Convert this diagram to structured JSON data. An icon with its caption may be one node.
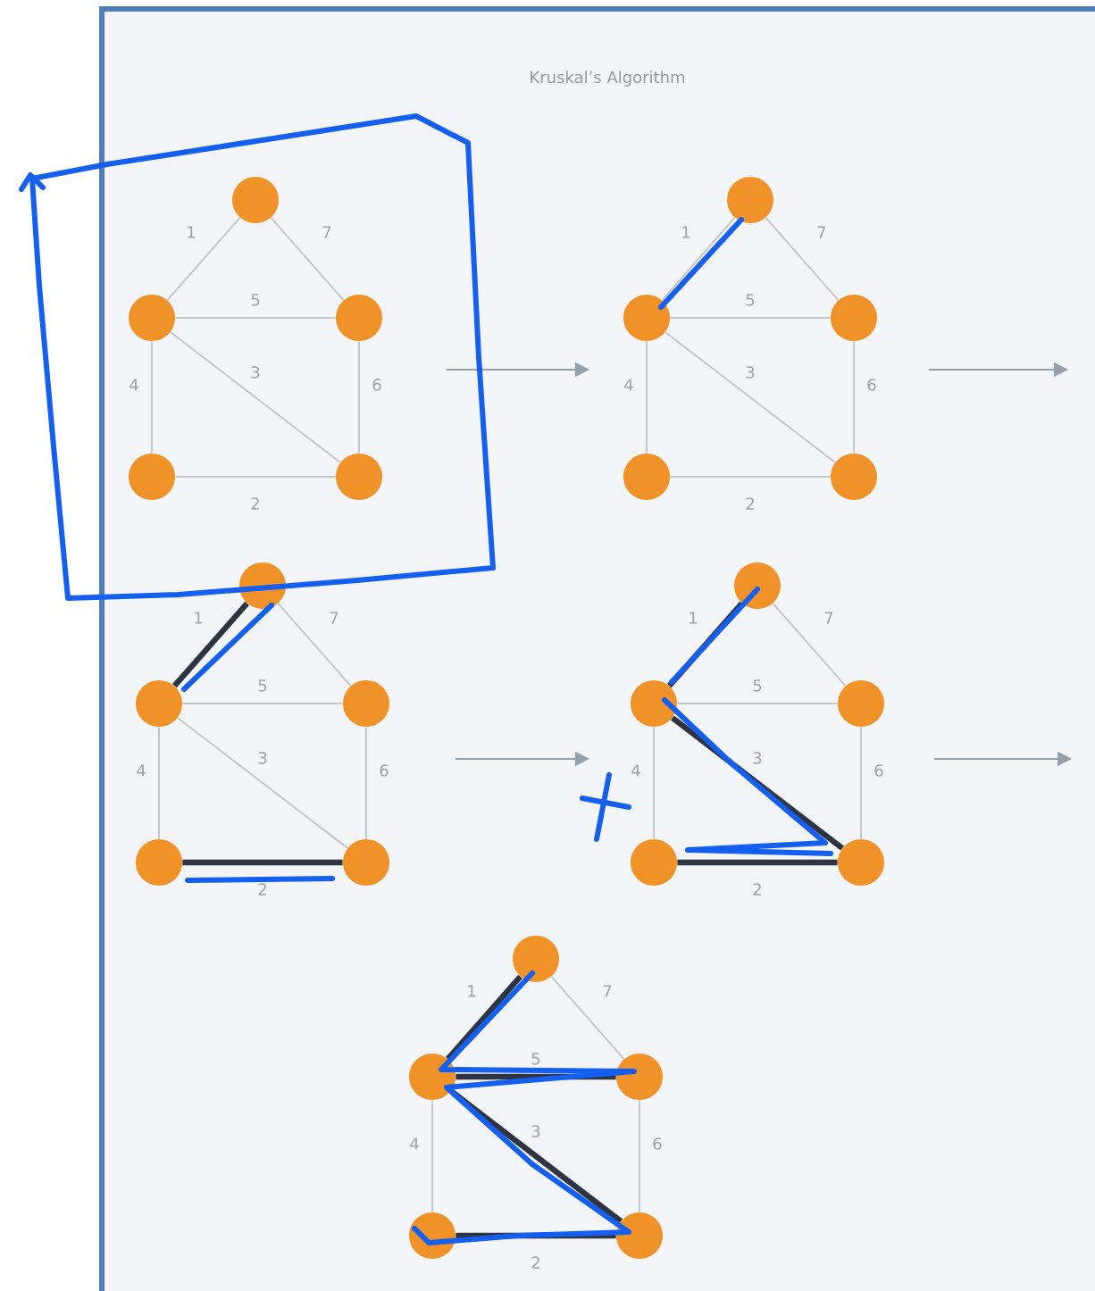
{
  "diagram": {
    "title": "Kruskal’s Algorithm",
    "nodes": [
      {
        "text": [],
        "shape": "circle"
      },
      {
        "text": [],
        "shape": "circle"
      },
      {
        "text": [],
        "shape": "circle"
      },
      {
        "text": [],
        "shape": "circle"
      },
      {
        "text": [],
        "shape": "circle"
      },
      {
        "text": [],
        "shape": "circle"
      },
      {
        "text": [],
        "shape": "circle"
      },
      {
        "text": [],
        "shape": "circle"
      },
      {
        "text": [],
        "shape": "circle"
      },
      {
        "text": [],
        "shape": "circle"
      },
      {
        "text": [],
        "shape": "circle"
      },
      {
        "text": [],
        "shape": "circle"
      },
      {
        "text": [],
        "shape": "circle"
      },
      {
        "text": [],
        "shape": "circle"
      },
      {
        "text": [],
        "shape": "circle"
      },
      {
        "text": [],
        "shape": "circle"
      },
      {
        "text": [],
        "shape": "circle"
      },
      {
        "text": [],
        "shape": "circle"
      },
      {
        "text": [],
        "shape": "circle"
      },
      {
        "text": [],
        "shape": "circle"
      },
      {
        "text": [],
        "shape": "circle"
      },
      {
        "text": [],
        "shape": "circle"
      },
      {
        "text": [],
        "shape": "circle"
      },
      {
        "text": [],
        "shape": "circle"
      },
      {
        "text": [],
        "shape": "circle"
      }
    ],
    "edges": [
      {
        "from": 0,
        "to": 1,
        "arrow": "none",
        "label": "1"
      },
      {
        "from": 0,
        "to": 2,
        "arrow": "none",
        "label": "7"
      },
      {
        "from": 1,
        "to": 2,
        "arrow": "none",
        "label": "5"
      },
      {
        "from": 1,
        "to": 4,
        "arrow": "none",
        "label": "3"
      },
      {
        "from": 1,
        "to": 3,
        "arrow": "none",
        "label": "4"
      },
      {
        "from": 2,
        "to": 4,
        "arrow": "none",
        "label": "6"
      },
      {
        "from": 3,
        "to": 4,
        "arrow": "none",
        "label": "2"
      },
      {
        "from": 5,
        "to": 6,
        "arrow": "none",
        "label": "1"
      },
      {
        "from": 5,
        "to": 7,
        "arrow": "none",
        "label": "7"
      },
      {
        "from": 6,
        "to": 7,
        "arrow": "none",
        "label": "5"
      },
      {
        "from": 6,
        "to": 9,
        "arrow": "none",
        "label": "3"
      },
      {
        "from": 6,
        "to": 8,
        "arrow": "none",
        "label": "4"
      },
      {
        "from": 7,
        "to": 9,
        "arrow": "none",
        "label": "6"
      },
      {
        "from": 8,
        "to": 9,
        "arrow": "none",
        "label": "2"
      },
      {
        "from": 10,
        "to": 11,
        "arrow": "none",
        "label": "1",
        "style": "thick",
        "color": "#2f3540"
      },
      {
        "from": 10,
        "to": 12,
        "arrow": "none",
        "label": "7"
      },
      {
        "from": 11,
        "to": 12,
        "arrow": "none",
        "label": "5"
      },
      {
        "from": 11,
        "to": 14,
        "arrow": "none",
        "label": "3"
      },
      {
        "from": 11,
        "to": 13,
        "arrow": "none",
        "label": "4"
      },
      {
        "from": 12,
        "to": 14,
        "arrow": "none",
        "label": "6"
      },
      {
        "from": 13,
        "to": 14,
        "arrow": "none",
        "label": "2",
        "style": "thick",
        "color": "#2f3540"
      },
      {
        "from": 15,
        "to": 16,
        "arrow": "none",
        "label": "1",
        "style": "thick",
        "color": "#2f3540"
      },
      {
        "from": 15,
        "to": 17,
        "arrow": "none",
        "label": "7"
      },
      {
        "from": 16,
        "to": 17,
        "arrow": "none",
        "label": "5"
      },
      {
        "from": 16,
        "to": 19,
        "arrow": "none",
        "label": "3",
        "style": "thick",
        "color": "#2f3540"
      },
      {
        "from": 16,
        "to": 18,
        "arrow": "none",
        "label": "4"
      },
      {
        "from": 17,
        "to": 19,
        "arrow": "none",
        "label": "6"
      },
      {
        "from": 18,
        "to": 19,
        "arrow": "none",
        "label": "2",
        "style": "thick",
        "color": "#2f3540"
      },
      {
        "from": 20,
        "to": 21,
        "arrow": "none",
        "label": "1",
        "style": "thick",
        "color": "#2f3540"
      },
      {
        "from": 20,
        "to": 22,
        "arrow": "none",
        "label": "7"
      },
      {
        "from": 21,
        "to": 22,
        "arrow": "none",
        "label": "5",
        "style": "thick",
        "color": "#2f3540"
      },
      {
        "from": 21,
        "to": 24,
        "arrow": "none",
        "label": "3",
        "style": "thick",
        "color": "#2f3540"
      },
      {
        "from": 21,
        "to": 23,
        "arrow": "none",
        "label": "4"
      },
      {
        "from": 22,
        "to": 24,
        "arrow": "none",
        "label": "6"
      },
      {
        "from": 23,
        "to": 24,
        "arrow": "none",
        "label": "2",
        "style": "thick",
        "color": "#2f3540"
      }
    ]
  }
}
